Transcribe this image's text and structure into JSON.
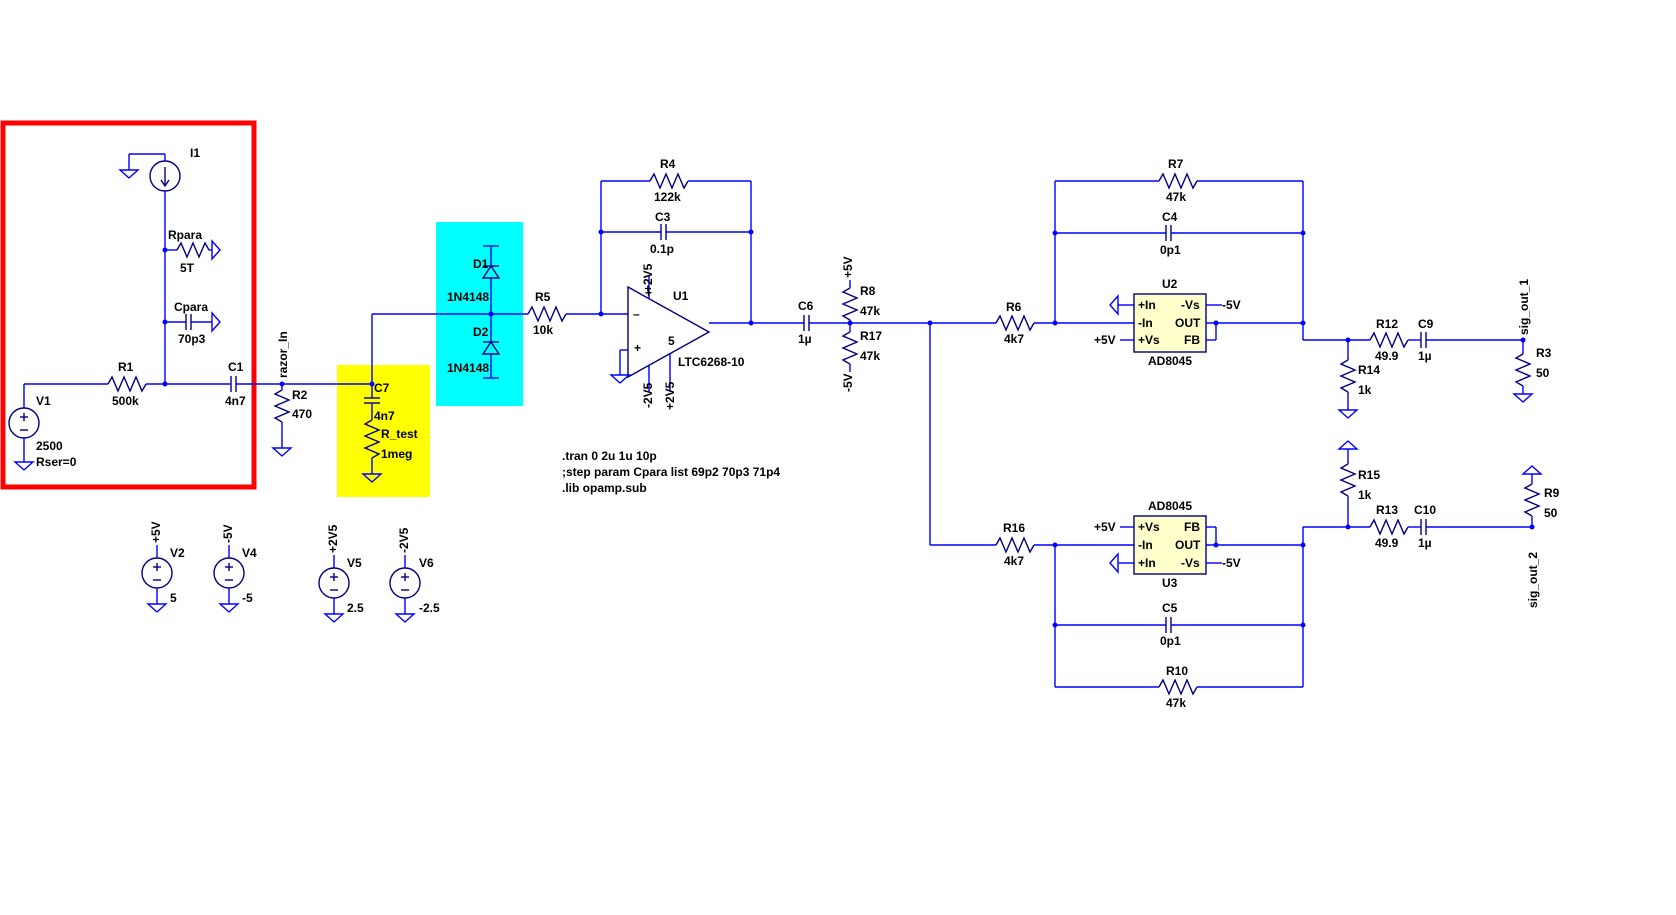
{
  "highlights": {
    "red_box_color": "#ff0000",
    "cyan_box_color": "#00ffff",
    "yellow_box_color": "#ffff00",
    "wire_color": "#0000ff",
    "component_color": "#000080"
  },
  "components": {
    "I1": {
      "name": "I1"
    },
    "Rpara": {
      "name": "Rpara",
      "value": "5T"
    },
    "Cpara": {
      "name": "Cpara",
      "value": "70p3"
    },
    "R1": {
      "name": "R1",
      "value": "500k"
    },
    "C1": {
      "name": "C1",
      "value": "4n7"
    },
    "V1": {
      "name": "V1",
      "value": "2500",
      "extra": "Rser=0"
    },
    "R2": {
      "name": "R2",
      "value": "470"
    },
    "C7": {
      "name": "C7",
      "value": "4n7"
    },
    "R_test": {
      "name": "R_test",
      "value": "1meg"
    },
    "D1": {
      "name": "D1",
      "value": "1N4148"
    },
    "D2": {
      "name": "D2",
      "value": "1N4148"
    },
    "R5": {
      "name": "R5",
      "value": "10k"
    },
    "R4": {
      "name": "R4",
      "value": "122k"
    },
    "C3": {
      "name": "C3",
      "value": "0.1p"
    },
    "U1": {
      "name": "U1",
      "value": "LTC6268-10"
    },
    "C6": {
      "name": "C6",
      "value": "1µ"
    },
    "R8": {
      "name": "R8",
      "value": "47k"
    },
    "R17": {
      "name": "R17",
      "value": "47k"
    },
    "R6": {
      "name": "R6",
      "value": "4k7"
    },
    "R7": {
      "name": "R7",
      "value": "47k"
    },
    "C4": {
      "name": "C4",
      "value": "0p1"
    },
    "U2": {
      "name": "U2",
      "value": "AD8045"
    },
    "R12": {
      "name": "R12",
      "value": "49.9"
    },
    "C9": {
      "name": "C9",
      "value": "1µ"
    },
    "R3": {
      "name": "R3",
      "value": "50"
    },
    "R14": {
      "name": "R14",
      "value": "1k"
    },
    "R15": {
      "name": "R15",
      "value": "1k"
    },
    "R13": {
      "name": "R13",
      "value": "49.9"
    },
    "C10": {
      "name": "C10",
      "value": "1µ"
    },
    "R9": {
      "name": "R9",
      "value": "50"
    },
    "R16": {
      "name": "R16",
      "value": "4k7"
    },
    "U3": {
      "name": "U3",
      "value": "AD8045"
    },
    "C5": {
      "name": "C5",
      "value": "0p1"
    },
    "R10": {
      "name": "R10",
      "value": "47k"
    },
    "V2": {
      "name": "V2",
      "value": "5"
    },
    "V4": {
      "name": "V4",
      "value": "-5"
    },
    "V5": {
      "name": "V5",
      "value": "2.5"
    },
    "V6": {
      "name": "V6",
      "value": "-2.5"
    }
  },
  "nets": {
    "razor_in": "razor_In",
    "p5v": "+5V",
    "m5v": "-5V",
    "p2v5": "+2V5",
    "m2v5": "-2V5",
    "sig_out_1": "sig_out_1",
    "sig_out_2": "sig_out_2"
  },
  "pins": {
    "in_plus": "+In",
    "in_minus": "-In",
    "vs_plus": "+Vs",
    "vs_minus": "-Vs",
    "out": "OUT",
    "fb": "FB",
    "opamp_minus": "–",
    "opamp_plus": "+",
    "shdn": "5"
  },
  "directives": [
    ".tran 0 2u 1u 10p",
    ";step param Cpara list 69p2 70p3 71p4",
    ".lib opamp.sub"
  ]
}
